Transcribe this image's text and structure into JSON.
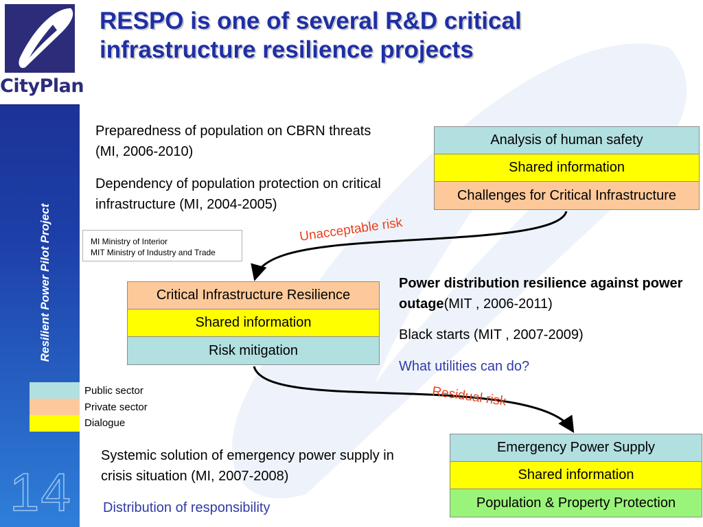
{
  "brand": {
    "logo_name": "CityPlan",
    "project": "Resilient Power Pilot Project",
    "slide_number": "14"
  },
  "title": {
    "line1": "RESPO is one of several R&D critical",
    "line2": "infrastructure resilience projects"
  },
  "projects": {
    "p1": "Preparedness of population on CBRN threats  (MI, 2006-2010)",
    "p2": "Dependency of population protection on critical infrastructure (MI, 2004-2005)",
    "p3_bold": "Power distribution resilience against power outage",
    "p3_rest": "(MIT , 2006-2011)",
    "p4": "Black starts  (MIT , 2007-2009)",
    "p5_question": "What utilities can do?",
    "p6": "Systemic solution of emergency power supply in crisis situation (MI, 2007-2008)",
    "p7": "Distribution of responsibility"
  },
  "abbreviations": {
    "mi": "MI Ministry of Interior",
    "mit": "MIT Ministry  of Industry and Trade"
  },
  "box_top": [
    "Analysis of human safety",
    "Shared information",
    "Challenges for Critical Infrastructure"
  ],
  "box_mid": [
    "Critical Infrastructure Resilience",
    "Shared information",
    "Risk mitigation"
  ],
  "box_bot": [
    "Emergency Power Supply",
    "Shared information",
    "Population & Property Protection"
  ],
  "arrows": {
    "a1": "Unacceptable risk",
    "a2": "Residual risk"
  },
  "legend": [
    "Public sector",
    "Private sector",
    "Dialogue"
  ],
  "colors": {
    "public": "#b2dfe0",
    "private": "#fdc99a",
    "dialogue": "#ffff00",
    "population": "#9bf47a",
    "title": "#1f2fa5",
    "accent_red": "#e8401c",
    "question": "#2f3ba5"
  }
}
